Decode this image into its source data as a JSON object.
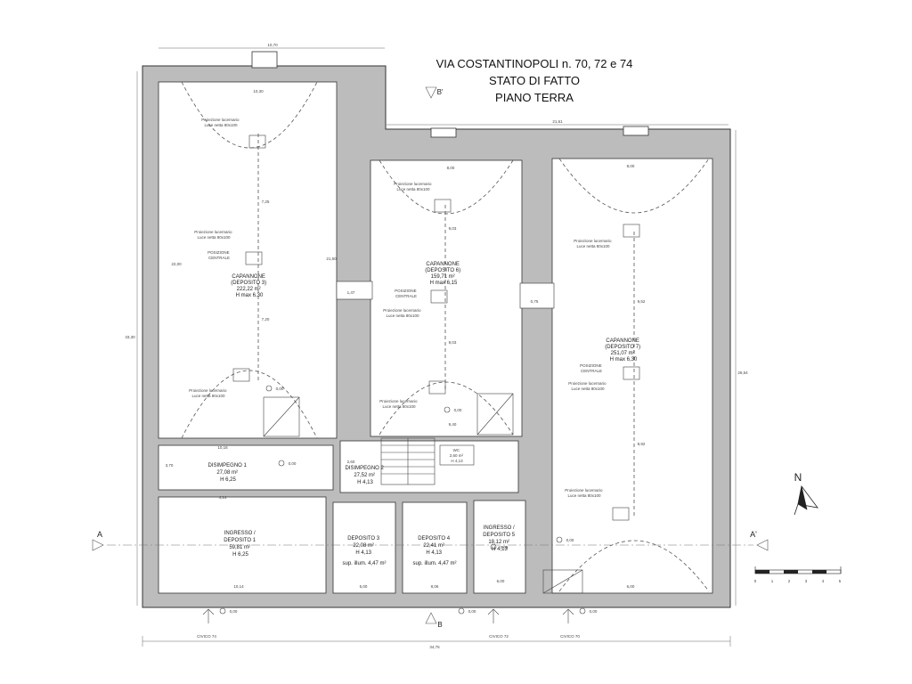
{
  "title": {
    "line1": "VIA COSTANTINOPOLI n. 70, 72 e 74",
    "line2": "STATO DI FATTO",
    "line3": "PIANO TERRA"
  },
  "rooms": {
    "dep3_big": [
      "CAPANNONE",
      "(DEPOSITO 3)",
      "222,22 m²",
      "H max 6,30"
    ],
    "dep6": [
      "CAPANNONE",
      "(DEPOSITO 6)",
      "159,71 m²",
      "H max 6,15"
    ],
    "dep7": [
      "CAPANNONE",
      "(DEPOSITO 7)",
      "251,07 m²",
      "H max 6,30"
    ],
    "disimpegno1": [
      "DISIMPEGNO 1",
      "27,08 m²",
      "H 6,25"
    ],
    "disimpegno2": [
      "DISIMPEGNO 2",
      "27,52 m²",
      "H 4,13"
    ],
    "ingresso1": [
      "INGRESSO /",
      "DEPOSITO 1",
      "59,81 m²",
      "H 6,25"
    ],
    "deposito3": [
      "DEPOSITO 3",
      "22,08 m²",
      "H 4,13",
      "sup. illum. 4,47 m²"
    ],
    "deposito4": [
      "DEPOSITO 4",
      "22,41 m²",
      "H 4,13",
      "sup. illum. 4,47 m²"
    ],
    "ingresso5": [
      "INGRESSO /",
      "DEPOSITO 5",
      "18,12 m²",
      "H 4,13"
    ]
  },
  "annotations": {
    "proiezione": [
      "Proiezione lucernario",
      "Luce netta 80x100"
    ],
    "posizione": [
      "POSIZIONE",
      "CENTRALE"
    ],
    "level": "0,00",
    "wc": [
      "WC",
      "2,60 m²",
      "H 4,13"
    ]
  },
  "dimensions": {
    "d_1": "10,70",
    "d_2": "10,30",
    "d_3": "21,61",
    "d_4": "8,00",
    "d_5": "9,40",
    "d_6": "8,00",
    "d_7": "7,25",
    "d_8": "7,20",
    "d_9": "22,00",
    "d_10": "21,50",
    "d_11": "33,30",
    "d_12": "26,54",
    "d_13": "9,03",
    "d_14": "9,03",
    "d_15": "9,52",
    "d_16": "9,92",
    "d_17": "34,75",
    "d_18": "10,16",
    "d_19": "2,60",
    "d_20": "3,70",
    "d_21": "4,14",
    "d_22": "10,14",
    "d_23": "8,06",
    "d_24": "5,00",
    "d_25": "6,00",
    "d_26": "6,00",
    "d_27": "1,47",
    "d_28": "0,75"
  },
  "sections": {
    "a_left": "A",
    "a_right": "A'",
    "b_top": "B'",
    "b_bottom": "B"
  },
  "civici": {
    "c74": "CIVICO 74",
    "c72": "CIVICO 72",
    "c70": "CIVICO 70"
  },
  "north": "N",
  "scale": {
    "ticks": [
      "0",
      "1",
      "2",
      "3",
      "4",
      "5"
    ]
  }
}
